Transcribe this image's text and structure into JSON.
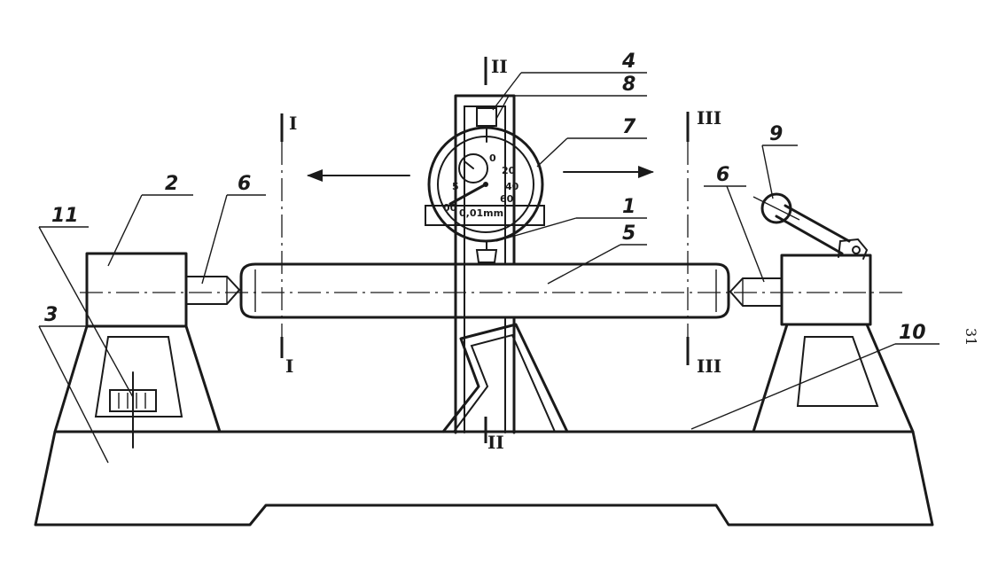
{
  "callouts": {
    "c1": "1",
    "c2": "2",
    "c3": "3",
    "c4": "4",
    "c5": "5",
    "c6a": "6",
    "c6b": "6",
    "c7": "7",
    "c8": "8",
    "c9": "9",
    "c10": "10",
    "c11": "11"
  },
  "sections": {
    "s1_top": "I",
    "s1_bottom": "I",
    "s2_top": "II",
    "s2_bottom": "II",
    "s3_top": "III",
    "s3_bottom": "III"
  },
  "dial": {
    "n0": "0",
    "n20": "20",
    "n40": "40",
    "n60": "60",
    "unit": "0,01mm",
    "n5": "5",
    "n00": "00"
  },
  "page_number": "31"
}
